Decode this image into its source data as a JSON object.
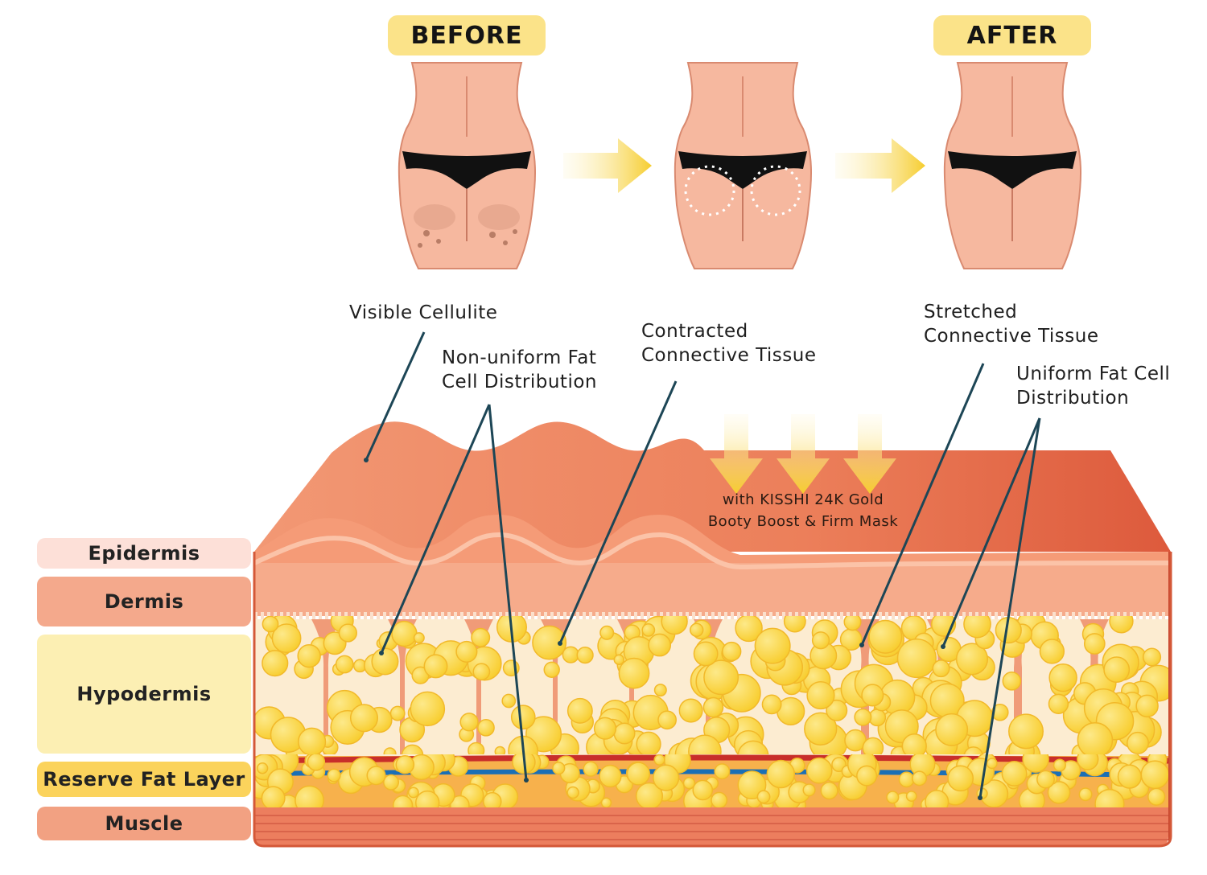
{
  "header": {
    "before_label": "BEFORE",
    "after_label": "AFTER"
  },
  "callouts": {
    "visible_cellulite": "Visible Cellulite",
    "nonuniform_line1": "Non-uniform Fat",
    "nonuniform_line2": "Cell Distribution",
    "contracted_line1": "Contracted",
    "contracted_line2": "Connective Tissue",
    "stretched_line1": "Stretched",
    "stretched_line2": "Connective Tissue",
    "uniform_line1": "Uniform Fat Cell",
    "uniform_line2": "Distribution"
  },
  "treatment": {
    "line1": "with KISSHI 24K Gold",
    "line2": "Booty Boost & Firm Mask"
  },
  "layers": [
    {
      "label": "Epidermis",
      "color": "#fde0d8"
    },
    {
      "label": "Dermis",
      "color": "#f4a98c"
    },
    {
      "label": "Hypodermis",
      "color": "#fcefb3"
    },
    {
      "label": "Reserve Fat Layer",
      "color": "#fbd35c"
    },
    {
      "label": "Muscle",
      "color": "#f2a182"
    }
  ],
  "colors": {
    "badge": "#fbe389",
    "arrow": "#f6cd2e",
    "skin_top": "#ef8a63",
    "fat_cell": "#fbd43b",
    "leader_line": "#1d4656",
    "vein": "#1b6fb5",
    "artery": "#c82e2a"
  }
}
